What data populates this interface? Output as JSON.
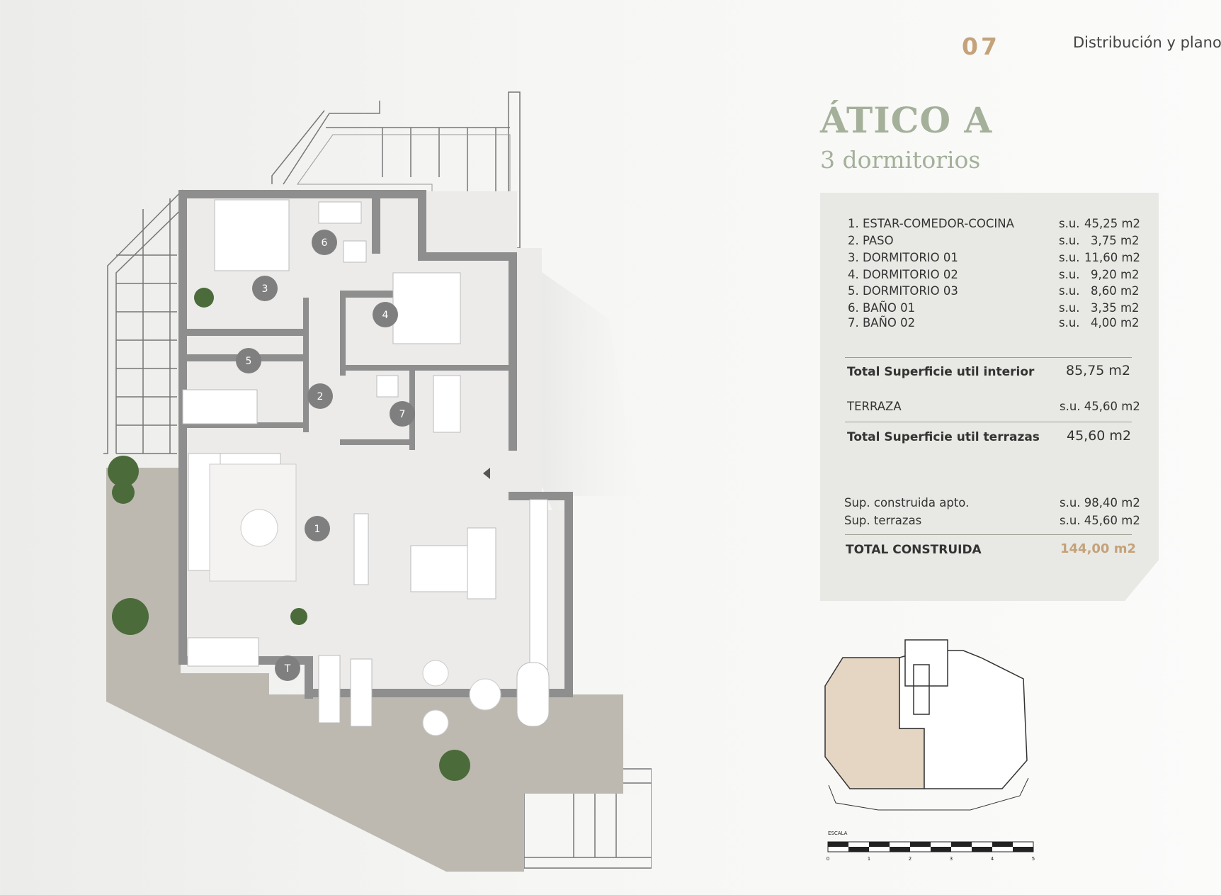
{
  "header": {
    "page_number": "07",
    "section_title": "Distribución y planos"
  },
  "unit": {
    "title": "ÁTICO A",
    "subtitle": "3 dormitorios"
  },
  "rooms": [
    {
      "name": "1. ESTAR-COMEDOR-COCINA",
      "prefix": "s.u.",
      "area": "45,25 m2"
    },
    {
      "name": "2. PASO",
      "prefix": "s.u.",
      "area": "3,75 m2"
    },
    {
      "name": "3. DORMITORIO 01",
      "prefix": "s.u.",
      "area": "11,60 m2"
    },
    {
      "name": "4. DORMITORIO 02",
      "prefix": "s.u.",
      "area": "9,20 m2"
    },
    {
      "name": "5. DORMITORIO 03",
      "prefix": "s.u.",
      "area": "8,60 m2"
    },
    {
      "name": "6. BAÑO 01",
      "prefix": "s.u.",
      "area": "3,35 m2"
    },
    {
      "name": "7. BAÑO 02",
      "prefix": "s.u.",
      "area": "4,00 m2"
    }
  ],
  "totals": {
    "interior_label": "Total Superficie util interior",
    "interior_value": "85,75 m2",
    "terraza_label": "TERRAZA",
    "terraza_value": "s.u. 45,60 m2",
    "terrazas_total_label": "Total Superficie util terrazas",
    "terrazas_total_value": "45,60 m2",
    "construida_label": "Sup. construida apto.",
    "construida_value": "s.u. 98,40 m2",
    "sup_terrazas_label": "Sup. terrazas",
    "sup_terrazas_value": "s.u. 45,60 m2",
    "total_label": "TOTAL CONSTRUIDA",
    "total_value": "144,00 m2"
  },
  "plan_markers": [
    "1",
    "2",
    "3",
    "4",
    "5",
    "6",
    "7",
    "T"
  ],
  "scale": {
    "label": "ESCALA",
    "ticks": [
      "0",
      "1",
      "2",
      "3",
      "4",
      "5"
    ]
  },
  "colors": {
    "accent": "#c4a27a",
    "title": "#a4b09a",
    "panel": "#e8e9e4",
    "wall": "#8e8e8e",
    "terrace": "#bdb9b1"
  }
}
